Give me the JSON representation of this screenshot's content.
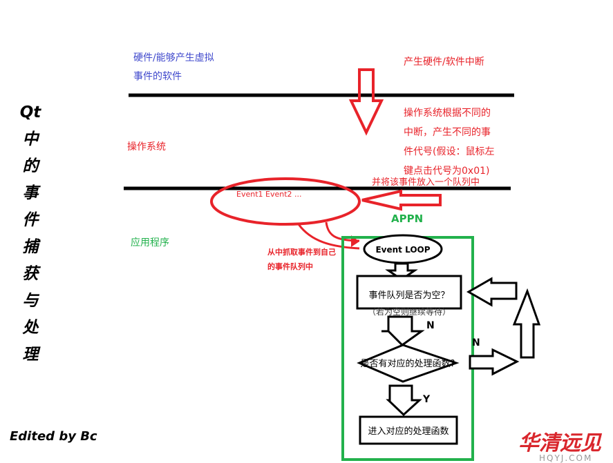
{
  "title_chars": [
    "Qt",
    "中",
    "的",
    "事",
    "件",
    "捕",
    "获",
    "与",
    "处",
    "理"
  ],
  "hardware_label": [
    "硬件/能够产生虚拟",
    "事件的软件"
  ],
  "interrupt_label": "产生硬件/软件中断",
  "os_desc": [
    "操作系统根据不同的",
    "中断，产生不同的事",
    "件代号(假设：鼠标左",
    "键点击代号为0x01)"
  ],
  "queue_note": "并将该事件放入一个队列中",
  "os_label": "操作系统",
  "events_text": "Event1  Event2 ...",
  "appn_label": "APPN",
  "app_label": "应用程序",
  "grab_note": [
    "从中抓取事件到自己",
    "的事件队列中"
  ],
  "event_loop": "Event LOOP",
  "queue_empty": "事件队列是否为空？",
  "queue_empty_sub": "（若为空则继续等待）",
  "n_label_1": "N",
  "n_label_2": "N",
  "has_handler": "是否有对应的处理函数?",
  "y_label": "Y",
  "enter_handler": "进入对应的处理函数",
  "edited_by": "Edited by Bc",
  "watermark": "华清远见 HQYJ.COM",
  "colors": {
    "red": "#e8232a",
    "green": "#22b14c",
    "blue": "#3f48cc",
    "black": "#000000"
  }
}
